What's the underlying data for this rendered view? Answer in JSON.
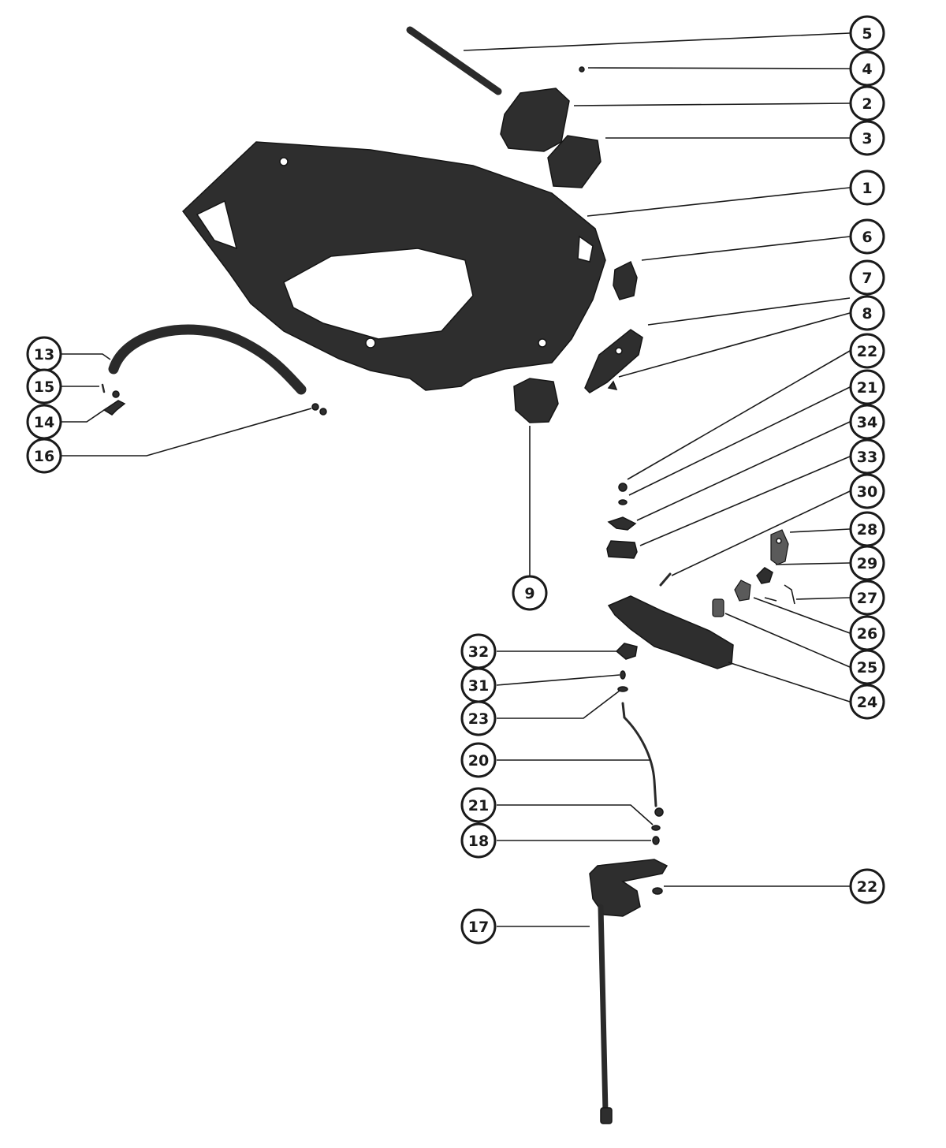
{
  "diagram": {
    "callouts": [
      {
        "id": "c5",
        "label": "5"
      },
      {
        "id": "c4",
        "label": "4"
      },
      {
        "id": "c2",
        "label": "2"
      },
      {
        "id": "c3",
        "label": "3"
      },
      {
        "id": "c1",
        "label": "1"
      },
      {
        "id": "c6",
        "label": "6"
      },
      {
        "id": "c7",
        "label": "7"
      },
      {
        "id": "c8",
        "label": "8"
      },
      {
        "id": "c22a",
        "label": "22"
      },
      {
        "id": "c21a",
        "label": "21"
      },
      {
        "id": "c34",
        "label": "34"
      },
      {
        "id": "c33",
        "label": "33"
      },
      {
        "id": "c30",
        "label": "30"
      },
      {
        "id": "c28",
        "label": "28"
      },
      {
        "id": "c29",
        "label": "29"
      },
      {
        "id": "c27",
        "label": "27"
      },
      {
        "id": "c26",
        "label": "26"
      },
      {
        "id": "c25",
        "label": "25"
      },
      {
        "id": "c24",
        "label": "24"
      },
      {
        "id": "c13",
        "label": "13"
      },
      {
        "id": "c15",
        "label": "15"
      },
      {
        "id": "c14",
        "label": "14"
      },
      {
        "id": "c16",
        "label": "16"
      },
      {
        "id": "c9",
        "label": "9"
      },
      {
        "id": "c32",
        "label": "32"
      },
      {
        "id": "c31",
        "label": "31"
      },
      {
        "id": "c23",
        "label": "23"
      },
      {
        "id": "c20",
        "label": "20"
      },
      {
        "id": "c21b",
        "label": "21"
      },
      {
        "id": "c18",
        "label": "18"
      },
      {
        "id": "c22b",
        "label": "22"
      },
      {
        "id": "c17",
        "label": "17"
      }
    ]
  }
}
